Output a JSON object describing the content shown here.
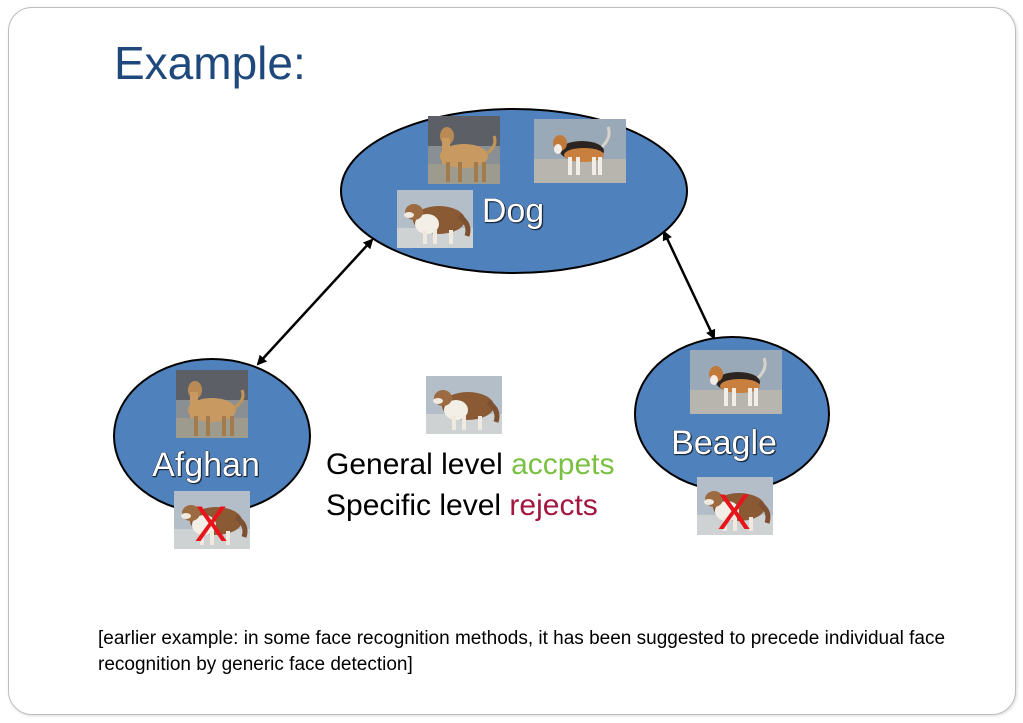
{
  "slide": {
    "title": "Example:"
  },
  "nodes": {
    "dog": {
      "label": "Dog"
    },
    "afghan": {
      "label": "Afghan"
    },
    "beagle": {
      "label": "Beagle"
    }
  },
  "reject_marks": {
    "afghan_mark": "X",
    "beagle_mark": "X"
  },
  "caption": {
    "line1_prefix": "General level ",
    "line1_accent": "accpets",
    "line2_prefix": "Specific level ",
    "line2_accent": "rejects"
  },
  "footnote": "[earlier example: in some face recognition methods, it has been suggested to precede individual face recognition by generic face detection]",
  "colors": {
    "title": "#1f497d",
    "node_fill": "#4f81bd",
    "accept": "#7ac143",
    "reject_text": "#a3163f",
    "reject_mark": "#e8141b"
  }
}
